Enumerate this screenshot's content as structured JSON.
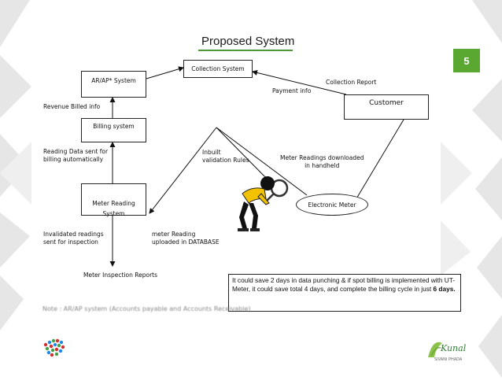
{
  "slide": {
    "title": "Proposed System",
    "page_number": "5",
    "note": "Note : AR/AP system (Accounts payable and Accounts Receivable)",
    "right_logo_text": "Kunal",
    "right_logo_subtext": "SIVANI PHADA"
  },
  "diagram": {
    "boxes": {
      "collection_system": "Collection System",
      "arap_system": "AR/AP*  System",
      "billing_system": "Billing system",
      "meter_reading_system": "Meter Reading\nSystem",
      "customer": "Customer",
      "electronic_meter": "Electronic Meter"
    },
    "labels": {
      "collection_report": "Collection Report",
      "payment_info": "Payment info",
      "revenue_billed": "Revenue Billed info",
      "reading_data_sent": "Reading Data sent for\nbilling automatically",
      "inbuilt_validation": "Inbuilt\nvalidation Rules",
      "meter_readings_downloaded": "Meter Readings downloaded\nin handheld",
      "invalidated_readings": "Invalidated readings\nsent for inspection",
      "meter_reading_uploaded": "meter Reading\nuploaded in DATABASE",
      "inspection_reports": "Meter Inspection Reports"
    },
    "callout": {
      "text": "It could save 2 days in data punching & if spot billing is implemented with UT-Meter, it could save total 4 days, and complete the billing cycle in just ",
      "emphasis": "6 days."
    }
  }
}
